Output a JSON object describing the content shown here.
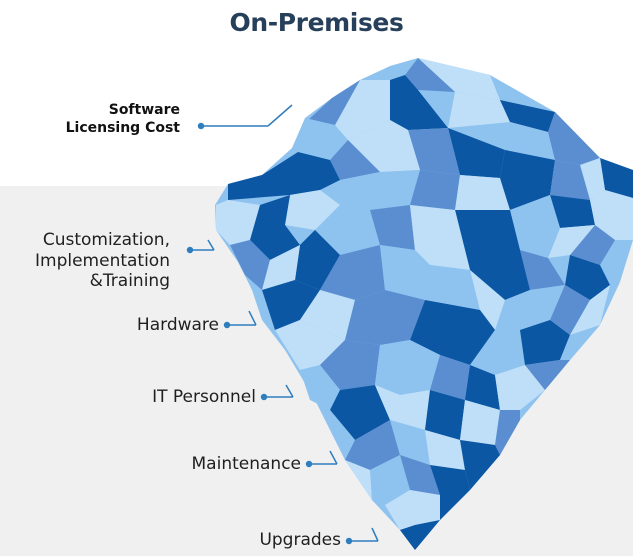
{
  "title": "On-Premises",
  "colors": {
    "water": "#f0f0f0",
    "leader": "#2e7dbf",
    "dark": "#0b57a3",
    "mid": "#5b8ed0",
    "light": "#8fc3ef",
    "pale": "#bfdff8"
  },
  "labels": {
    "software": [
      "Software",
      "Licensing Cost"
    ],
    "customization": [
      "Customization,",
      "Implementation",
      "&Training"
    ],
    "hardware": "Hardware",
    "it_personnel": "IT Personnel",
    "maintenance": "Maintenance",
    "upgrades": "Upgrades"
  }
}
